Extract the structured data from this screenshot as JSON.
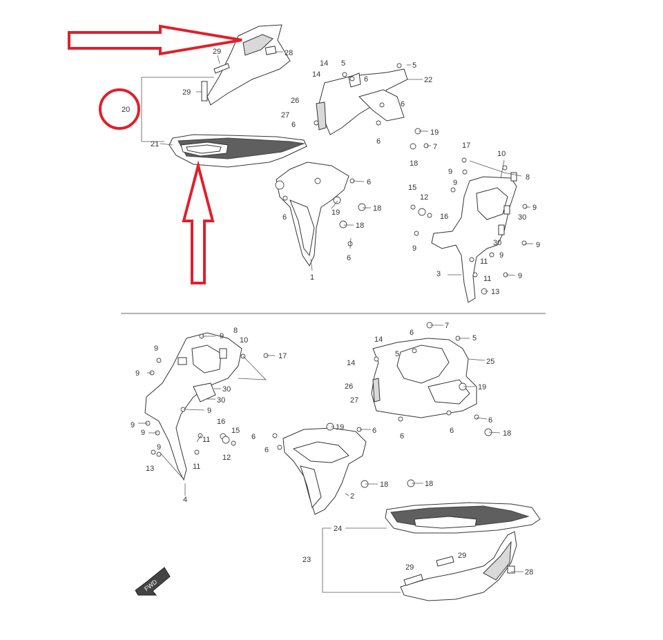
{
  "labels": {
    "l20": "20",
    "l21": "21",
    "l28a": "28",
    "l29a": "29",
    "l29b": "29",
    "t14": "14",
    "t5a": "5",
    "t5b": "5",
    "t22": "22",
    "t6a": "6",
    "t26": "26",
    "t27": "27",
    "t6b": "6",
    "t6c": "6",
    "t19a": "19",
    "t7a": "7",
    "t6d": "6",
    "t18a": "18",
    "t1": "1",
    "t6e": "6",
    "t6f": "6",
    "t19b": "19",
    "t18b": "18",
    "t18c": "18",
    "t6g": "6",
    "t17a": "17",
    "t10a": "10",
    "t8a": "8",
    "t9a": "9",
    "t9b": "9",
    "t15a": "15",
    "t12a": "12",
    "t16a": "16",
    "t9c": "9",
    "t30a": "30",
    "t30b": "30",
    "t9d": "9",
    "t9e": "9",
    "t11a": "11",
    "t9f": "9",
    "t3": "3",
    "t11b": "11",
    "t9g": "9",
    "t13a": "13",
    "b9a": "9",
    "b8": "8",
    "b10": "10",
    "b17": "17",
    "b9b": "9",
    "b9c": "9",
    "b30a": "30",
    "b30b": "30",
    "b9d": "9",
    "b9e": "9",
    "b9f": "9",
    "b16": "16",
    "b15": "15",
    "b11a": "11",
    "b9g": "9",
    "b12": "12",
    "b13": "13",
    "b11b": "11",
    "b4": "4",
    "b7": "7",
    "b14a": "14",
    "b6a": "6",
    "b5a": "5",
    "b5b": "5",
    "b14b": "14",
    "b25": "25",
    "b26": "26",
    "b19a": "19",
    "b27": "27",
    "b6b": "6",
    "b6c": "6",
    "b6d": "6",
    "b18a": "18",
    "b19b": "19",
    "b6e": "6",
    "b6f": "6",
    "b6g": "6",
    "b18b": "18",
    "b18c": "18",
    "b2": "2",
    "b24": "24",
    "b23": "23",
    "b29a": "29",
    "b29b": "29",
    "b28": "28"
  },
  "colors": {
    "highlight": "#e0202a",
    "line": "#333333"
  },
  "icons": {
    "forward_arrow": "fwd-arrow-icon"
  }
}
